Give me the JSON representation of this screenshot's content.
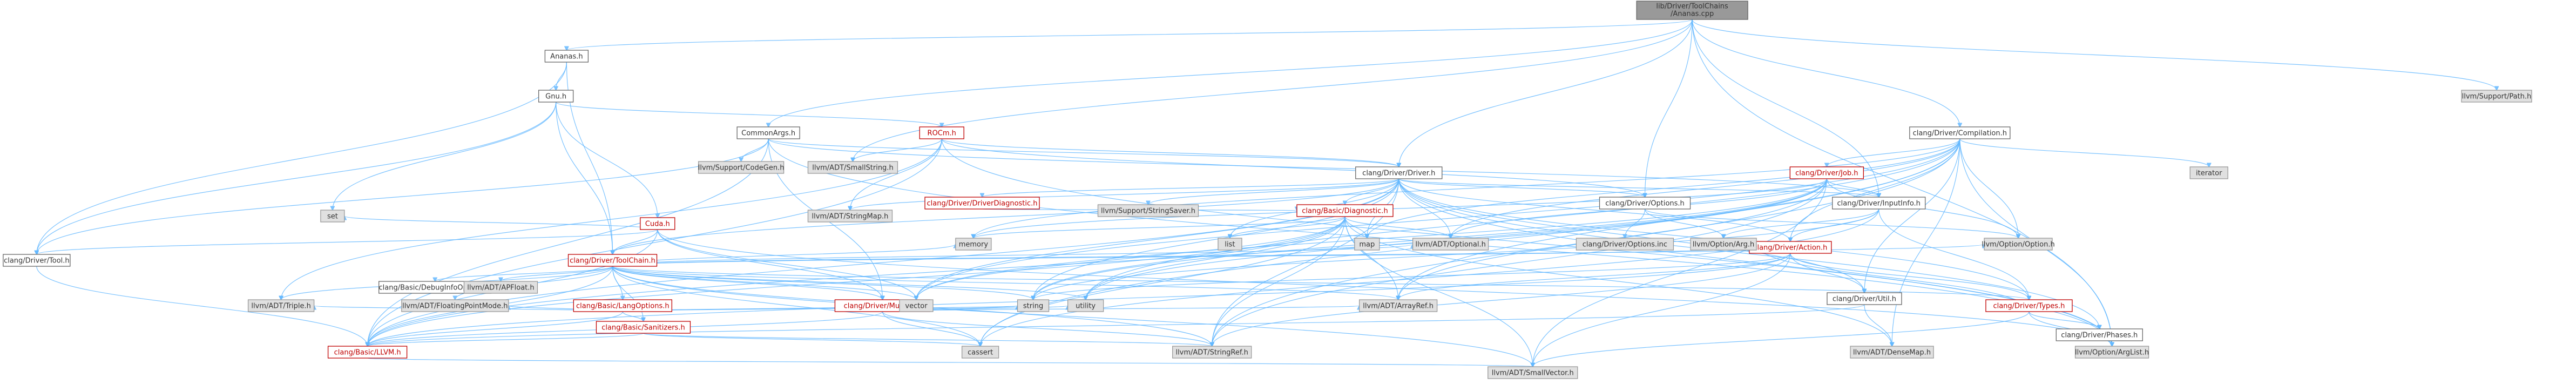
{
  "colors": {
    "edge": "#63b8ff",
    "root_fill": "#999999",
    "root_border": "#666666",
    "documented_fill": "#ffffff",
    "documented_border": "#bf0000",
    "documented_text": "#bf0000",
    "external_fill": "#e0e0e0",
    "external_border": "#999999",
    "plain_fill": "#ffffff",
    "plain_border": "#666666",
    "text": "#333333"
  },
  "nodes": [
    {
      "id": "root",
      "label": "lib/Driver/ToolChains/Ananas.cpp",
      "kind": "root"
    },
    {
      "id": "ananas_h",
      "label": "Ananas.h",
      "kind": "plain"
    },
    {
      "id": "gnu_h",
      "label": "Gnu.h",
      "kind": "plain"
    },
    {
      "id": "cuda_h",
      "label": "Cuda.h",
      "kind": "documented"
    },
    {
      "id": "rocm_h",
      "label": "ROCm.h",
      "kind": "documented"
    },
    {
      "id": "commonargs_h",
      "label": "CommonArgs.h",
      "kind": "plain"
    },
    {
      "id": "tool_h",
      "label": "clang/Driver/Tool.h",
      "kind": "plain"
    },
    {
      "id": "toolchain_h",
      "label": "clang/Driver/ToolChain.h",
      "kind": "documented"
    },
    {
      "id": "driver_h",
      "label": "clang/Driver/Driver.h",
      "kind": "plain"
    },
    {
      "id": "compilation_h",
      "label": "clang/Driver/Compilation.h",
      "kind": "plain"
    },
    {
      "id": "job_h",
      "label": "clang/Driver/Job.h",
      "kind": "documented"
    },
    {
      "id": "options_h",
      "label": "clang/Driver/Options.h",
      "kind": "plain"
    },
    {
      "id": "inputinfo_h",
      "label": "clang/Driver/InputInfo.h",
      "kind": "plain"
    },
    {
      "id": "action_h",
      "label": "clang/Driver/Action.h",
      "kind": "documented"
    },
    {
      "id": "types_h",
      "label": "clang/Driver/Types.h",
      "kind": "documented"
    },
    {
      "id": "util_h",
      "label": "clang/Driver/Util.h",
      "kind": "plain"
    },
    {
      "id": "phases_h",
      "label": "clang/Driver/Phases.h",
      "kind": "plain"
    },
    {
      "id": "multilib_h",
      "label": "clang/Driver/Multilib.h",
      "kind": "documented"
    },
    {
      "id": "driverdiag_h",
      "label": "clang/Driver/DriverDiagnostic.h",
      "kind": "documented"
    },
    {
      "id": "diagnostic_h",
      "label": "clang/Basic/Diagnostic.h",
      "kind": "documented"
    },
    {
      "id": "langoptions_h",
      "label": "clang/Basic/LangOptions.h",
      "kind": "documented"
    },
    {
      "id": "sanitizers_h",
      "label": "clang/Basic/Sanitizers.h",
      "kind": "documented"
    },
    {
      "id": "debuginfo_h",
      "label": "clang/Basic/DebugInfoOptions.h",
      "kind": "plain"
    },
    {
      "id": "llvm_h",
      "label": "clang/Basic/LLVM.h",
      "kind": "documented"
    },
    {
      "id": "options_inc",
      "label": "clang/Driver/Options.inc",
      "kind": "external"
    },
    {
      "id": "support_path",
      "label": "llvm/Support/Path.h",
      "kind": "external"
    },
    {
      "id": "smallstring",
      "label": "llvm/ADT/SmallString.h",
      "kind": "external"
    },
    {
      "id": "codegen",
      "label": "llvm/Support/CodeGen.h",
      "kind": "external"
    },
    {
      "id": "stringmap",
      "label": "llvm/ADT/StringMap.h",
      "kind": "external"
    },
    {
      "id": "stringsaver",
      "label": "llvm/Support/StringSaver.h",
      "kind": "external"
    },
    {
      "id": "apfloat",
      "label": "llvm/ADT/APFloat.h",
      "kind": "external"
    },
    {
      "id": "triple",
      "label": "llvm/ADT/Triple.h",
      "kind": "external"
    },
    {
      "id": "fpmode",
      "label": "llvm/ADT/FloatingPointMode.h",
      "kind": "external"
    },
    {
      "id": "optional",
      "label": "llvm/ADT/Optional.h",
      "kind": "external"
    },
    {
      "id": "arrayref",
      "label": "llvm/ADT/ArrayRef.h",
      "kind": "external"
    },
    {
      "id": "stringref",
      "label": "llvm/ADT/StringRef.h",
      "kind": "external"
    },
    {
      "id": "densemap",
      "label": "llvm/ADT/DenseMap.h",
      "kind": "external"
    },
    {
      "id": "smallvector",
      "label": "llvm/ADT/SmallVector.h",
      "kind": "external"
    },
    {
      "id": "optarg",
      "label": "llvm/Option/Arg.h",
      "kind": "external"
    },
    {
      "id": "optoption",
      "label": "llvm/Option/Option.h",
      "kind": "external"
    },
    {
      "id": "optarglist",
      "label": "llvm/Option/ArgList.h",
      "kind": "external"
    },
    {
      "id": "set",
      "label": "set",
      "kind": "external"
    },
    {
      "id": "iterator",
      "label": "iterator",
      "kind": "external"
    },
    {
      "id": "memory",
      "label": "memory",
      "kind": "external"
    },
    {
      "id": "list",
      "label": "list",
      "kind": "external"
    },
    {
      "id": "map",
      "label": "map",
      "kind": "external"
    },
    {
      "id": "vector",
      "label": "vector",
      "kind": "external"
    },
    {
      "id": "string",
      "label": "string",
      "kind": "external"
    },
    {
      "id": "utility",
      "label": "utility",
      "kind": "external"
    },
    {
      "id": "cassert",
      "label": "cassert",
      "kind": "external"
    }
  ],
  "edges": [
    [
      "root",
      "ananas_h"
    ],
    [
      "root",
      "commonargs_h"
    ],
    [
      "root",
      "compilation_h"
    ],
    [
      "root",
      "driver_h"
    ],
    [
      "root",
      "inputinfo_h"
    ],
    [
      "root",
      "options_h"
    ],
    [
      "root",
      "optarglist"
    ],
    [
      "root",
      "smallstring"
    ],
    [
      "root",
      "support_path"
    ],
    [
      "ananas_h",
      "gnu_h"
    ],
    [
      "ananas_h",
      "tool_h"
    ],
    [
      "ananas_h",
      "toolchain_h"
    ],
    [
      "gnu_h",
      "cuda_h"
    ],
    [
      "gnu_h",
      "rocm_h"
    ],
    [
      "gnu_h",
      "tool_h"
    ],
    [
      "gnu_h",
      "toolchain_h"
    ],
    [
      "gnu_h",
      "set"
    ],
    [
      "cuda_h",
      "toolchain_h"
    ],
    [
      "cuda_h",
      "multilib_h"
    ],
    [
      "cuda_h",
      "tool_h"
    ],
    [
      "cuda_h",
      "llvm_h"
    ],
    [
      "cuda_h",
      "optarglist"
    ],
    [
      "cuda_h",
      "set"
    ],
    [
      "cuda_h",
      "vector"
    ],
    [
      "rocm_h",
      "smallstring"
    ],
    [
      "rocm_h",
      "stringmap"
    ],
    [
      "rocm_h",
      "optarglist"
    ],
    [
      "rocm_h",
      "triple"
    ],
    [
      "rocm_h",
      "llvm_h"
    ],
    [
      "rocm_h",
      "driver_h"
    ],
    [
      "rocm_h",
      "options_h"
    ],
    [
      "commonargs_h",
      "inputinfo_h"
    ],
    [
      "commonargs_h",
      "driver_h"
    ],
    [
      "commonargs_h",
      "multilib_h"
    ],
    [
      "commonargs_h",
      "tool_h"
    ],
    [
      "commonargs_h",
      "codegen"
    ],
    [
      "commonargs_h",
      "optarglist"
    ],
    [
      "commonargs_h",
      "llvm_h"
    ],
    [
      "tool_h",
      "llvm_h"
    ],
    [
      "toolchain_h",
      "debuginfo_h"
    ],
    [
      "toolchain_h",
      "langoptions_h"
    ],
    [
      "toolchain_h",
      "llvm_h"
    ],
    [
      "toolchain_h",
      "sanitizers_h"
    ],
    [
      "toolchain_h",
      "action_h"
    ],
    [
      "toolchain_h",
      "multilib_h"
    ],
    [
      "toolchain_h",
      "types_h"
    ],
    [
      "toolchain_h",
      "apfloat"
    ],
    [
      "toolchain_h",
      "arrayref"
    ],
    [
      "toolchain_h",
      "fpmode"
    ],
    [
      "toolchain_h",
      "smallvector"
    ],
    [
      "toolchain_h",
      "stringref"
    ],
    [
      "toolchain_h",
      "triple"
    ],
    [
      "toolchain_h",
      "optoption"
    ],
    [
      "toolchain_h",
      "cassert"
    ],
    [
      "toolchain_h",
      "memory"
    ],
    [
      "toolchain_h",
      "string"
    ],
    [
      "toolchain_h",
      "utility"
    ],
    [
      "toolchain_h",
      "vector"
    ],
    [
      "toolchain_h",
      "optional"
    ],
    [
      "langoptions_h",
      "llvm_h"
    ],
    [
      "langoptions_h",
      "sanitizers_h"
    ],
    [
      "langoptions_h",
      "fpmode"
    ],
    [
      "langoptions_h",
      "triple"
    ],
    [
      "langoptions_h",
      "string"
    ],
    [
      "langoptions_h",
      "vector"
    ],
    [
      "sanitizers_h",
      "llvm_h"
    ],
    [
      "sanitizers_h",
      "stringref"
    ],
    [
      "sanitizers_h",
      "cassert"
    ],
    [
      "llvm_h",
      "smallvector"
    ],
    [
      "multilib_h",
      "llvm_h"
    ],
    [
      "multilib_h",
      "stringref"
    ],
    [
      "multilib_h",
      "cassert"
    ],
    [
      "multilib_h",
      "string"
    ],
    [
      "multilib_h",
      "utility"
    ],
    [
      "multilib_h",
      "vector"
    ],
    [
      "multilib_h",
      "arrayref"
    ],
    [
      "driver_h",
      "toolchain_h"
    ],
    [
      "driver_h",
      "diagnostic_h"
    ],
    [
      "driver_h",
      "llvm_h"
    ],
    [
      "driver_h",
      "action_h"
    ],
    [
      "driver_h",
      "driverdiag_h"
    ],
    [
      "driver_h",
      "inputinfo_h"
    ],
    [
      "driver_h",
      "options_h"
    ],
    [
      "driver_h",
      "phases_h"
    ],
    [
      "driver_h",
      "types_h"
    ],
    [
      "driver_h",
      "util_h"
    ],
    [
      "driver_h",
      "stringmap"
    ],
    [
      "driver_h",
      "stringref"
    ],
    [
      "driver_h",
      "optarglist"
    ],
    [
      "driver_h",
      "stringsaver"
    ],
    [
      "driver_h",
      "list"
    ],
    [
      "driver_h",
      "map"
    ],
    [
      "driver_h",
      "string"
    ],
    [
      "driver_h",
      "vector"
    ],
    [
      "driver_h",
      "optional"
    ],
    [
      "compilation_h",
      "action_h"
    ],
    [
      "compilation_h",
      "job_h"
    ],
    [
      "compilation_h",
      "util_h"
    ],
    [
      "compilation_h",
      "arrayref"
    ],
    [
      "compilation_h",
      "optional"
    ],
    [
      "compilation_h",
      "stringref"
    ],
    [
      "compilation_h",
      "optarglist"
    ],
    [
      "compilation_h",
      "cassert"
    ],
    [
      "compilation_h",
      "iterator"
    ],
    [
      "compilation_h",
      "map"
    ],
    [
      "compilation_h",
      "memory"
    ],
    [
      "compilation_h",
      "utility"
    ],
    [
      "compilation_h",
      "vector"
    ],
    [
      "compilation_h",
      "densemap"
    ],
    [
      "compilation_h",
      "optoption"
    ],
    [
      "job_h",
      "llvm_h"
    ],
    [
      "job_h",
      "inputinfo_h"
    ],
    [
      "job_h",
      "arrayref"
    ],
    [
      "job_h",
      "optional"
    ],
    [
      "job_h",
      "smallvector"
    ],
    [
      "job_h",
      "stringref"
    ],
    [
      "job_h",
      "optoption"
    ],
    [
      "job_h",
      "memory"
    ],
    [
      "job_h",
      "string"
    ],
    [
      "job_h",
      "utility"
    ],
    [
      "job_h",
      "vector"
    ],
    [
      "options_h",
      "optarg"
    ],
    [
      "options_h",
      "options_inc"
    ],
    [
      "options_h",
      "optoption"
    ],
    [
      "inputinfo_h",
      "action_h"
    ],
    [
      "inputinfo_h",
      "types_h"
    ],
    [
      "inputinfo_h",
      "optarg"
    ],
    [
      "inputinfo_h",
      "cassert"
    ],
    [
      "inputinfo_h",
      "string"
    ],
    [
      "action_h",
      "llvm_h"
    ],
    [
      "action_h",
      "types_h"
    ],
    [
      "action_h",
      "util_h"
    ],
    [
      "action_h",
      "arrayref"
    ],
    [
      "action_h",
      "stringref"
    ],
    [
      "action_h",
      "smallvector"
    ],
    [
      "action_h",
      "string"
    ],
    [
      "types_h",
      "phases_h"
    ],
    [
      "types_h",
      "smallvector"
    ],
    [
      "types_h",
      "optarg"
    ],
    [
      "types_h",
      "optarglist"
    ],
    [
      "util_h",
      "llvm_h"
    ],
    [
      "util_h",
      "densemap"
    ],
    [
      "driverdiag_h",
      "diagnostic_h"
    ],
    [
      "diagnostic_h",
      "llvm_h"
    ],
    [
      "diagnostic_h",
      "arrayref"
    ],
    [
      "diagnostic_h",
      "densemap"
    ],
    [
      "diagnostic_h",
      "optional"
    ],
    [
      "diagnostic_h",
      "smallvector"
    ],
    [
      "diagnostic_h",
      "stringref"
    ],
    [
      "diagnostic_h",
      "cassert"
    ],
    [
      "diagnostic_h",
      "list"
    ],
    [
      "diagnostic_h",
      "map"
    ],
    [
      "diagnostic_h",
      "memory"
    ],
    [
      "diagnostic_h",
      "string"
    ],
    [
      "diagnostic_h",
      "utility"
    ],
    [
      "diagnostic_h",
      "vector"
    ]
  ]
}
